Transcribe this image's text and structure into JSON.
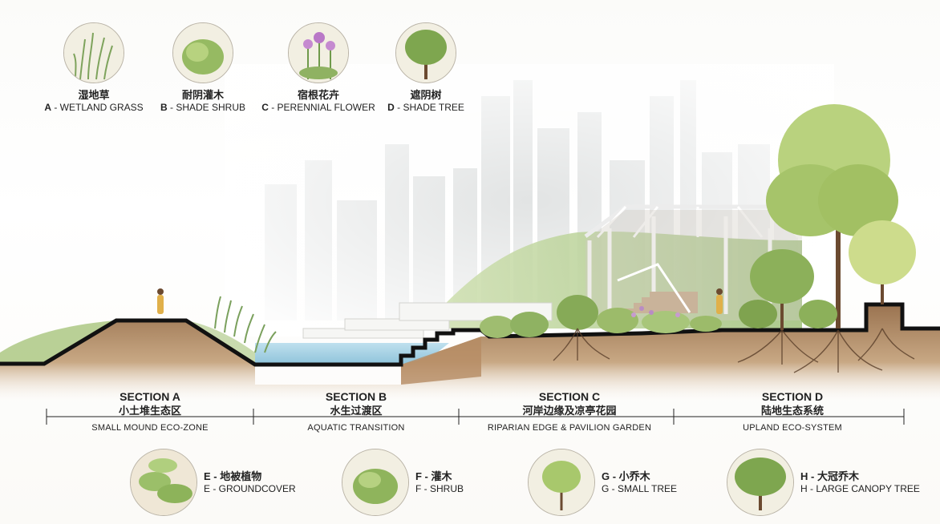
{
  "legend_top": [
    {
      "letter": "A",
      "cn": "湿地草",
      "en": "WETLAND GRASS",
      "icon": "wetland-grass-icon"
    },
    {
      "letter": "B",
      "cn": "耐阴灌木",
      "en": "SHADE SHRUB",
      "icon": "shade-shrub-icon"
    },
    {
      "letter": "C",
      "cn": "宿根花卉",
      "en": "PERENNIAL FLOWER",
      "icon": "perennial-flower-icon"
    },
    {
      "letter": "D",
      "cn": "遮阴树",
      "en": "SHADE TREE",
      "icon": "shade-tree-icon"
    }
  ],
  "sections": [
    {
      "title": "SECTION A",
      "cn": "小土堆生态区",
      "en": "SMALL MOUND ECO-ZONE"
    },
    {
      "title": "SECTION B",
      "cn": "水生过渡区",
      "en": "AQUATIC TRANSITION"
    },
    {
      "title": "SECTION C",
      "cn": "河岸边缘及凉亭花园",
      "en": "RIPARIAN EDGE & PAVILION GARDEN"
    },
    {
      "title": "SECTION D",
      "cn": "陆地生态系统",
      "en": "UPLAND ECO-SYSTEM"
    }
  ],
  "legend_bottom": [
    {
      "cn": "E - 地被植物",
      "en": "E - GROUNDCOVER",
      "icon": "groundcover-icon"
    },
    {
      "cn": "F - 灌木",
      "en": "F - SHRUB",
      "icon": "shrub-icon"
    },
    {
      "cn": "G - 小乔木",
      "en": "G - SMALL TREE",
      "icon": "small-tree-icon"
    },
    {
      "cn": "H - 大冠乔木",
      "en": "H - LARGE CANOPY TREE",
      "icon": "large-canopy-tree-icon"
    }
  ],
  "colors": {
    "soil": "#a8835e",
    "soil_dark": "#7a5a3c",
    "water": "#a9d3e6",
    "grass": "#9fbf72",
    "foliage": "#7da44e",
    "foliage_light": "#c2d98a",
    "ground_line": "#111111",
    "city": "#d9dcdc"
  }
}
